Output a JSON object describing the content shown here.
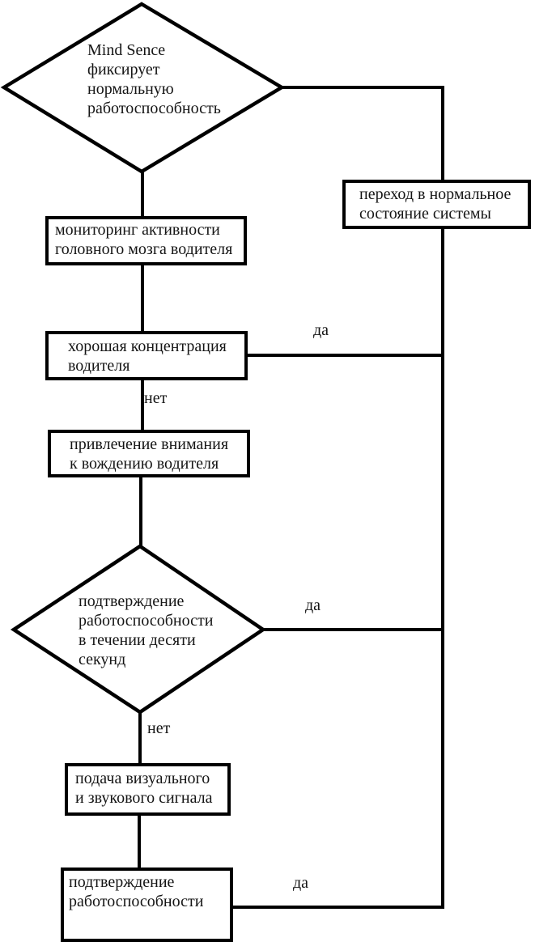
{
  "diagram": {
    "colors": {
      "stroke": "#000000",
      "text": "#151515",
      "background": "#ffffff"
    },
    "nodes": {
      "mind_sense_detects": {
        "type": "decision",
        "text": "Mind Sence\nфиксирует\nнормальную\nработоспособность"
      },
      "monitoring": {
        "type": "process",
        "text": "мониторинг активности\nголовного мозга водителя"
      },
      "concentration": {
        "type": "process",
        "text": "хорошая концентрация\nводителя"
      },
      "attention": {
        "type": "process",
        "text": "привлечение внимания\nк вождению водителя"
      },
      "confirm_10s": {
        "type": "decision",
        "text": "подтверждение\nработоспособности\nв течении десяти\nсекунд"
      },
      "signal": {
        "type": "process",
        "text": "подача визуального\nи звукового сигнала"
      },
      "confirm": {
        "type": "process",
        "text": "подтверждение\nработоспособности"
      },
      "normal_state": {
        "type": "process",
        "text": "переход в нормальное\nсостояние системы"
      }
    },
    "edge_labels": {
      "concentration_yes": "да",
      "concentration_no": "нет",
      "confirm_10s_yes": "да",
      "confirm_10s_no": "нет",
      "confirm_yes": "да"
    }
  }
}
